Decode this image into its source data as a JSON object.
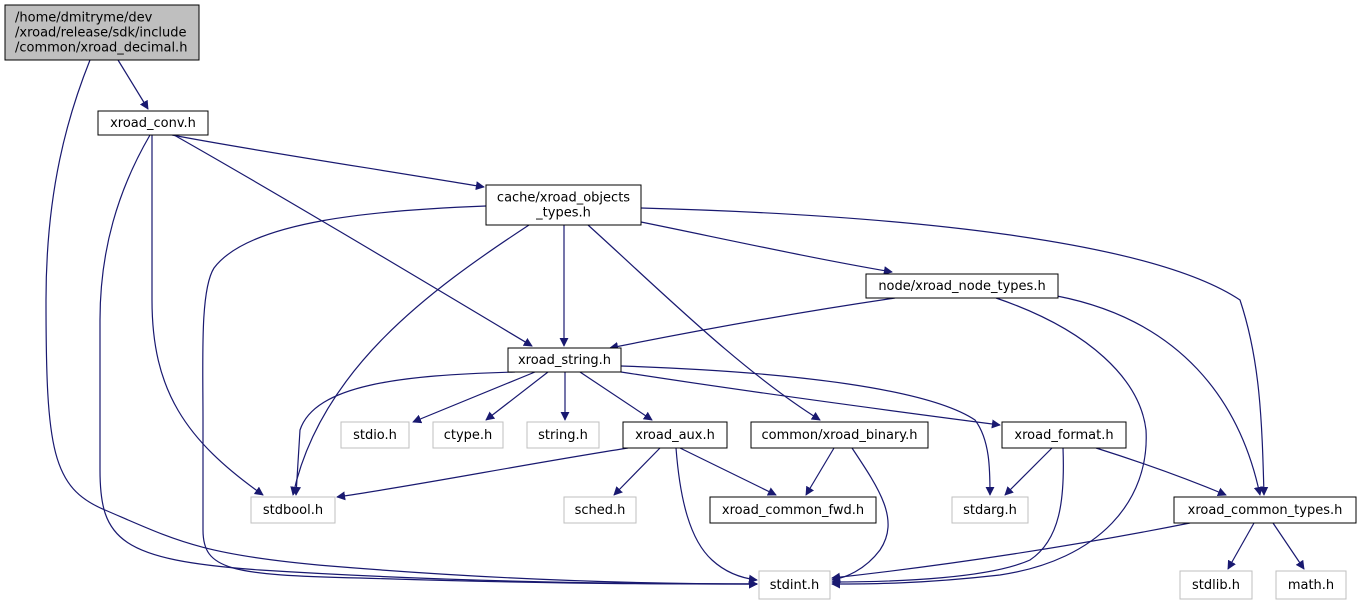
{
  "colors": {
    "edge": "#191970",
    "root_fill": "#bfbfbf",
    "node_border": "#000000",
    "external_border": "#bfbfbf",
    "text": "#000000"
  },
  "nodes": {
    "root": {
      "lines": [
        "/home/dmitryme/dev",
        "/xroad/release/sdk/include",
        "/common/xroad_decimal.h"
      ],
      "kind": "root"
    },
    "conv": {
      "lines": [
        "xroad_conv.h"
      ],
      "kind": "local"
    },
    "objects": {
      "lines": [
        "cache/xroad_objects",
        "_types.h"
      ],
      "kind": "local"
    },
    "node_types": {
      "lines": [
        "node/xroad_node_types.h"
      ],
      "kind": "local"
    },
    "string": {
      "lines": [
        "xroad_string.h"
      ],
      "kind": "local"
    },
    "stdio": {
      "lines": [
        "stdio.h"
      ],
      "kind": "external"
    },
    "ctype": {
      "lines": [
        "ctype.h"
      ],
      "kind": "external"
    },
    "string_h": {
      "lines": [
        "string.h"
      ],
      "kind": "external"
    },
    "aux": {
      "lines": [
        "xroad_aux.h"
      ],
      "kind": "local"
    },
    "binary": {
      "lines": [
        "common/xroad_binary.h"
      ],
      "kind": "local"
    },
    "format": {
      "lines": [
        "xroad_format.h"
      ],
      "kind": "local"
    },
    "stdbool": {
      "lines": [
        "stdbool.h"
      ],
      "kind": "external"
    },
    "sched": {
      "lines": [
        "sched.h"
      ],
      "kind": "external"
    },
    "fwd": {
      "lines": [
        "xroad_common_fwd.h"
      ],
      "kind": "local"
    },
    "stdarg": {
      "lines": [
        "stdarg.h"
      ],
      "kind": "external"
    },
    "common_types": {
      "lines": [
        "xroad_common_types.h"
      ],
      "kind": "local"
    },
    "stdint": {
      "lines": [
        "stdint.h"
      ],
      "kind": "external"
    },
    "stdlib": {
      "lines": [
        "stdlib.h"
      ],
      "kind": "external"
    },
    "math": {
      "lines": [
        "math.h"
      ],
      "kind": "external"
    }
  },
  "edges": [
    [
      "root",
      "conv"
    ],
    [
      "root",
      "stdint"
    ],
    [
      "conv",
      "objects"
    ],
    [
      "conv",
      "string"
    ],
    [
      "conv",
      "stdbool"
    ],
    [
      "conv",
      "stdint"
    ],
    [
      "objects",
      "node_types"
    ],
    [
      "objects",
      "string"
    ],
    [
      "objects",
      "stdbool"
    ],
    [
      "objects",
      "stdint"
    ],
    [
      "objects",
      "binary"
    ],
    [
      "objects",
      "common_types"
    ],
    [
      "node_types",
      "string"
    ],
    [
      "node_types",
      "common_types"
    ],
    [
      "node_types",
      "stdint"
    ],
    [
      "string",
      "stdbool"
    ],
    [
      "string",
      "stdio"
    ],
    [
      "string",
      "ctype"
    ],
    [
      "string",
      "string_h"
    ],
    [
      "string",
      "aux"
    ],
    [
      "string",
      "stdarg"
    ],
    [
      "string",
      "format"
    ],
    [
      "aux",
      "stdbool"
    ],
    [
      "aux",
      "sched"
    ],
    [
      "aux",
      "fwd"
    ],
    [
      "aux",
      "stdint"
    ],
    [
      "binary",
      "fwd"
    ],
    [
      "binary",
      "stdint"
    ],
    [
      "format",
      "stdarg"
    ],
    [
      "format",
      "stdint"
    ],
    [
      "format",
      "common_types"
    ],
    [
      "common_types",
      "stdint"
    ],
    [
      "common_types",
      "stdlib"
    ],
    [
      "common_types",
      "math"
    ]
  ]
}
